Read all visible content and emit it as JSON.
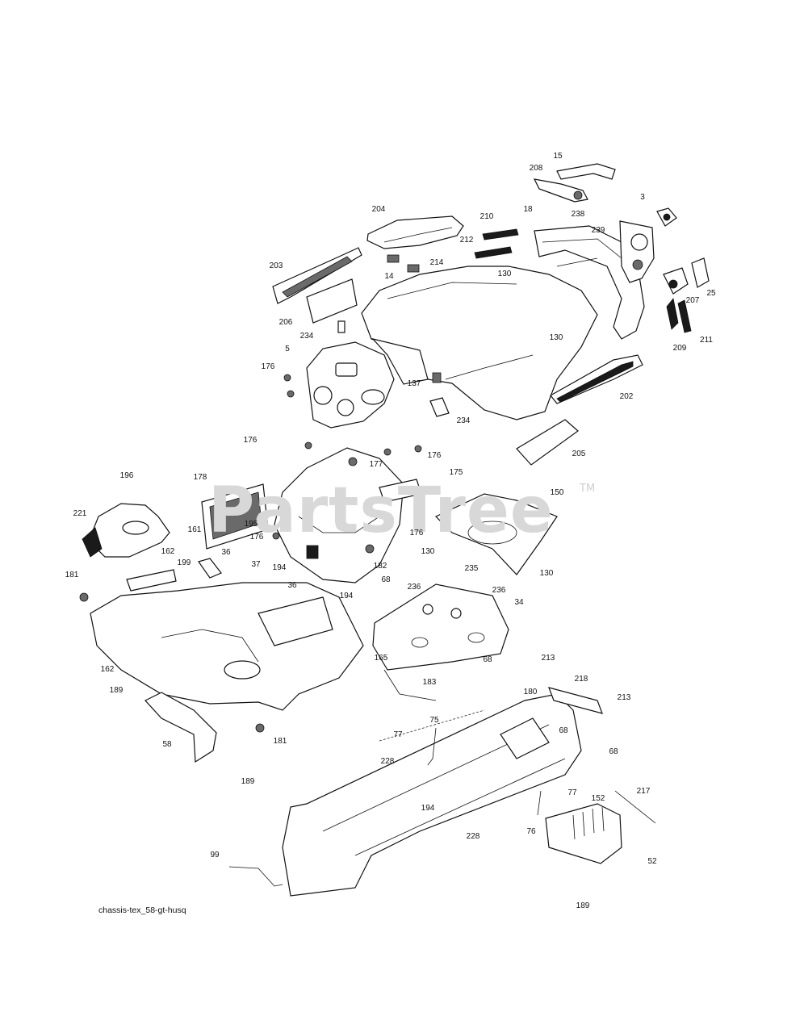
{
  "watermark": {
    "text": "PartsTree",
    "trademark": "TM"
  },
  "caption": "chassis-tex_58-gt-husq",
  "callouts": [
    {
      "id": "15",
      "text": "15"
    },
    {
      "id": "208",
      "text": "208"
    },
    {
      "id": "3",
      "text": "3"
    },
    {
      "id": "204",
      "text": "204"
    },
    {
      "id": "210",
      "text": "210"
    },
    {
      "id": "18",
      "text": "18"
    },
    {
      "id": "238",
      "text": "238"
    },
    {
      "id": "239",
      "text": "239"
    },
    {
      "id": "212",
      "text": "212"
    },
    {
      "id": "214",
      "text": "214"
    },
    {
      "id": "203",
      "text": "203"
    },
    {
      "id": "130a",
      "text": "130"
    },
    {
      "id": "14",
      "text": "14"
    },
    {
      "id": "25",
      "text": "25"
    },
    {
      "id": "207",
      "text": "207"
    },
    {
      "id": "206",
      "text": "206"
    },
    {
      "id": "130b",
      "text": "130"
    },
    {
      "id": "234a",
      "text": "234"
    },
    {
      "id": "209",
      "text": "209"
    },
    {
      "id": "211",
      "text": "211"
    },
    {
      "id": "5",
      "text": "5"
    },
    {
      "id": "176a",
      "text": "176"
    },
    {
      "id": "137",
      "text": "137"
    },
    {
      "id": "202",
      "text": "202"
    },
    {
      "id": "234b",
      "text": "234"
    },
    {
      "id": "176b",
      "text": "176"
    },
    {
      "id": "176c",
      "text": "176"
    },
    {
      "id": "205",
      "text": "205"
    },
    {
      "id": "177",
      "text": "177"
    },
    {
      "id": "175",
      "text": "175"
    },
    {
      "id": "196",
      "text": "196"
    },
    {
      "id": "178",
      "text": "178"
    },
    {
      "id": "150",
      "text": "150"
    },
    {
      "id": "221",
      "text": "221"
    },
    {
      "id": "195",
      "text": "195"
    },
    {
      "id": "161",
      "text": "161"
    },
    {
      "id": "176d",
      "text": "176"
    },
    {
      "id": "176e",
      "text": "176"
    },
    {
      "id": "162a",
      "text": "162"
    },
    {
      "id": "130c",
      "text": "130"
    },
    {
      "id": "36a",
      "text": "36"
    },
    {
      "id": "182",
      "text": "182"
    },
    {
      "id": "199",
      "text": "199"
    },
    {
      "id": "37",
      "text": "37"
    },
    {
      "id": "194a",
      "text": "194"
    },
    {
      "id": "235",
      "text": "235"
    },
    {
      "id": "130d",
      "text": "130"
    },
    {
      "id": "181a",
      "text": "181"
    },
    {
      "id": "68a",
      "text": "68"
    },
    {
      "id": "36b",
      "text": "36"
    },
    {
      "id": "236a",
      "text": "236"
    },
    {
      "id": "194b",
      "text": "194"
    },
    {
      "id": "236b",
      "text": "236"
    },
    {
      "id": "34",
      "text": "34"
    },
    {
      "id": "68b",
      "text": "68"
    },
    {
      "id": "165",
      "text": "165"
    },
    {
      "id": "162b",
      "text": "162"
    },
    {
      "id": "213a",
      "text": "213"
    },
    {
      "id": "218",
      "text": "218"
    },
    {
      "id": "183",
      "text": "183"
    },
    {
      "id": "189a",
      "text": "189"
    },
    {
      "id": "180",
      "text": "180"
    },
    {
      "id": "213b",
      "text": "213"
    },
    {
      "id": "75",
      "text": "75"
    },
    {
      "id": "68c",
      "text": "68"
    },
    {
      "id": "181b",
      "text": "181"
    },
    {
      "id": "77a",
      "text": "77"
    },
    {
      "id": "58",
      "text": "58"
    },
    {
      "id": "68d",
      "text": "68"
    },
    {
      "id": "228a",
      "text": "228"
    },
    {
      "id": "189b",
      "text": "189"
    },
    {
      "id": "217",
      "text": "217"
    },
    {
      "id": "77b",
      "text": "77"
    },
    {
      "id": "152",
      "text": "152"
    },
    {
      "id": "194c",
      "text": "194"
    },
    {
      "id": "76",
      "text": "76"
    },
    {
      "id": "228b",
      "text": "228"
    },
    {
      "id": "52",
      "text": "52"
    },
    {
      "id": "99",
      "text": "99"
    },
    {
      "id": "189c",
      "text": "189"
    }
  ]
}
